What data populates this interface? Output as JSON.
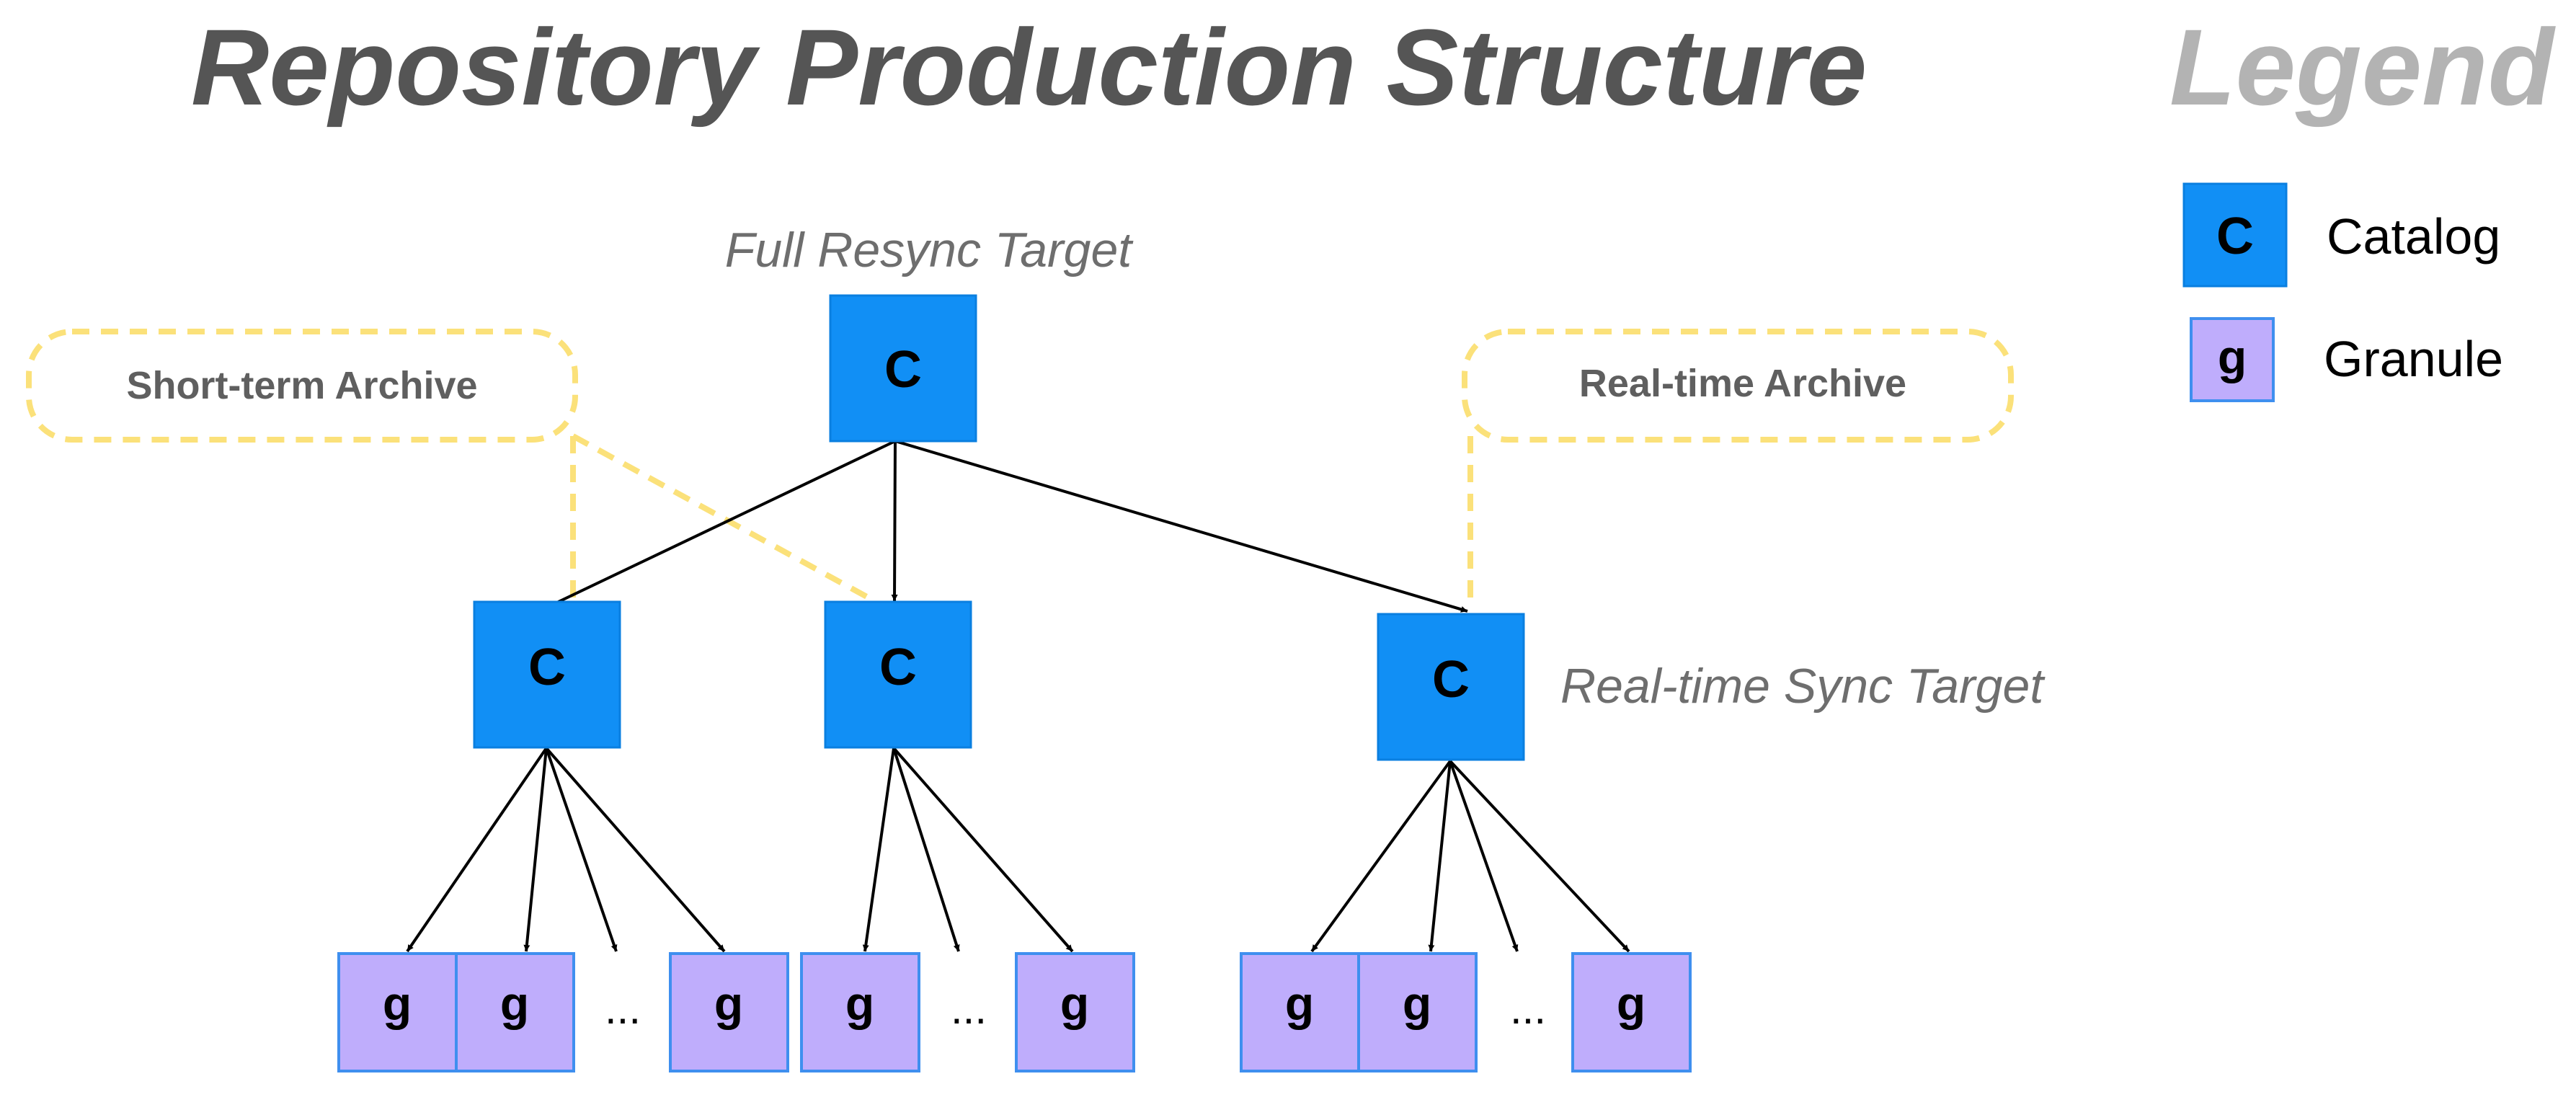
{
  "title": "Repository Production Structure",
  "legend": {
    "title": "Legend",
    "items": [
      {
        "symbol": "C",
        "label": "Catalog"
      },
      {
        "symbol": "g",
        "label": "Granule"
      }
    ]
  },
  "labels": {
    "full_resync": "Full Resync Target",
    "realtime_sync": "Real-time Sync Target"
  },
  "callouts": {
    "short_term": "Short-term Archive",
    "realtime": "Real-time Archive"
  },
  "nodes": {
    "catalog_symbol": "C",
    "granule_symbol": "g",
    "ellipsis": "..."
  },
  "colors": {
    "catalog": "#118ff5",
    "granule": "#bfadfc",
    "archive_outline": "#fbe17a",
    "title": "#555555",
    "legend_title": "#b3b3b3"
  }
}
